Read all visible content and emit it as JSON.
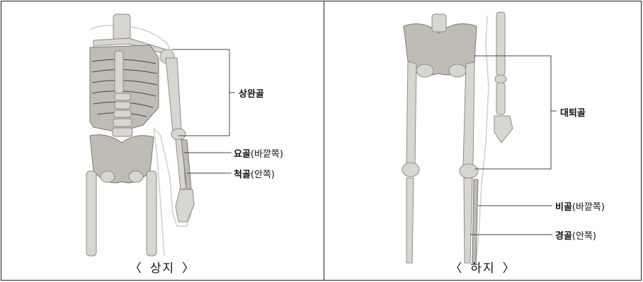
{
  "upper": {
    "caption": "상지",
    "labels": {
      "humerus": "상완골",
      "radius_main": "요골",
      "radius_note": "(바깥쪽)",
      "ulna_main": "척골",
      "ulna_note": "(안쪽)"
    }
  },
  "lower": {
    "caption": "하지",
    "labels": {
      "femur": "대퇴골",
      "fibula_main": "비골",
      "fibula_note": "(바깥쪽)",
      "tibia_main": "경골",
      "tibia_note": "(안쪽)"
    }
  },
  "bracket_left": "〈",
  "bracket_right": "〉"
}
